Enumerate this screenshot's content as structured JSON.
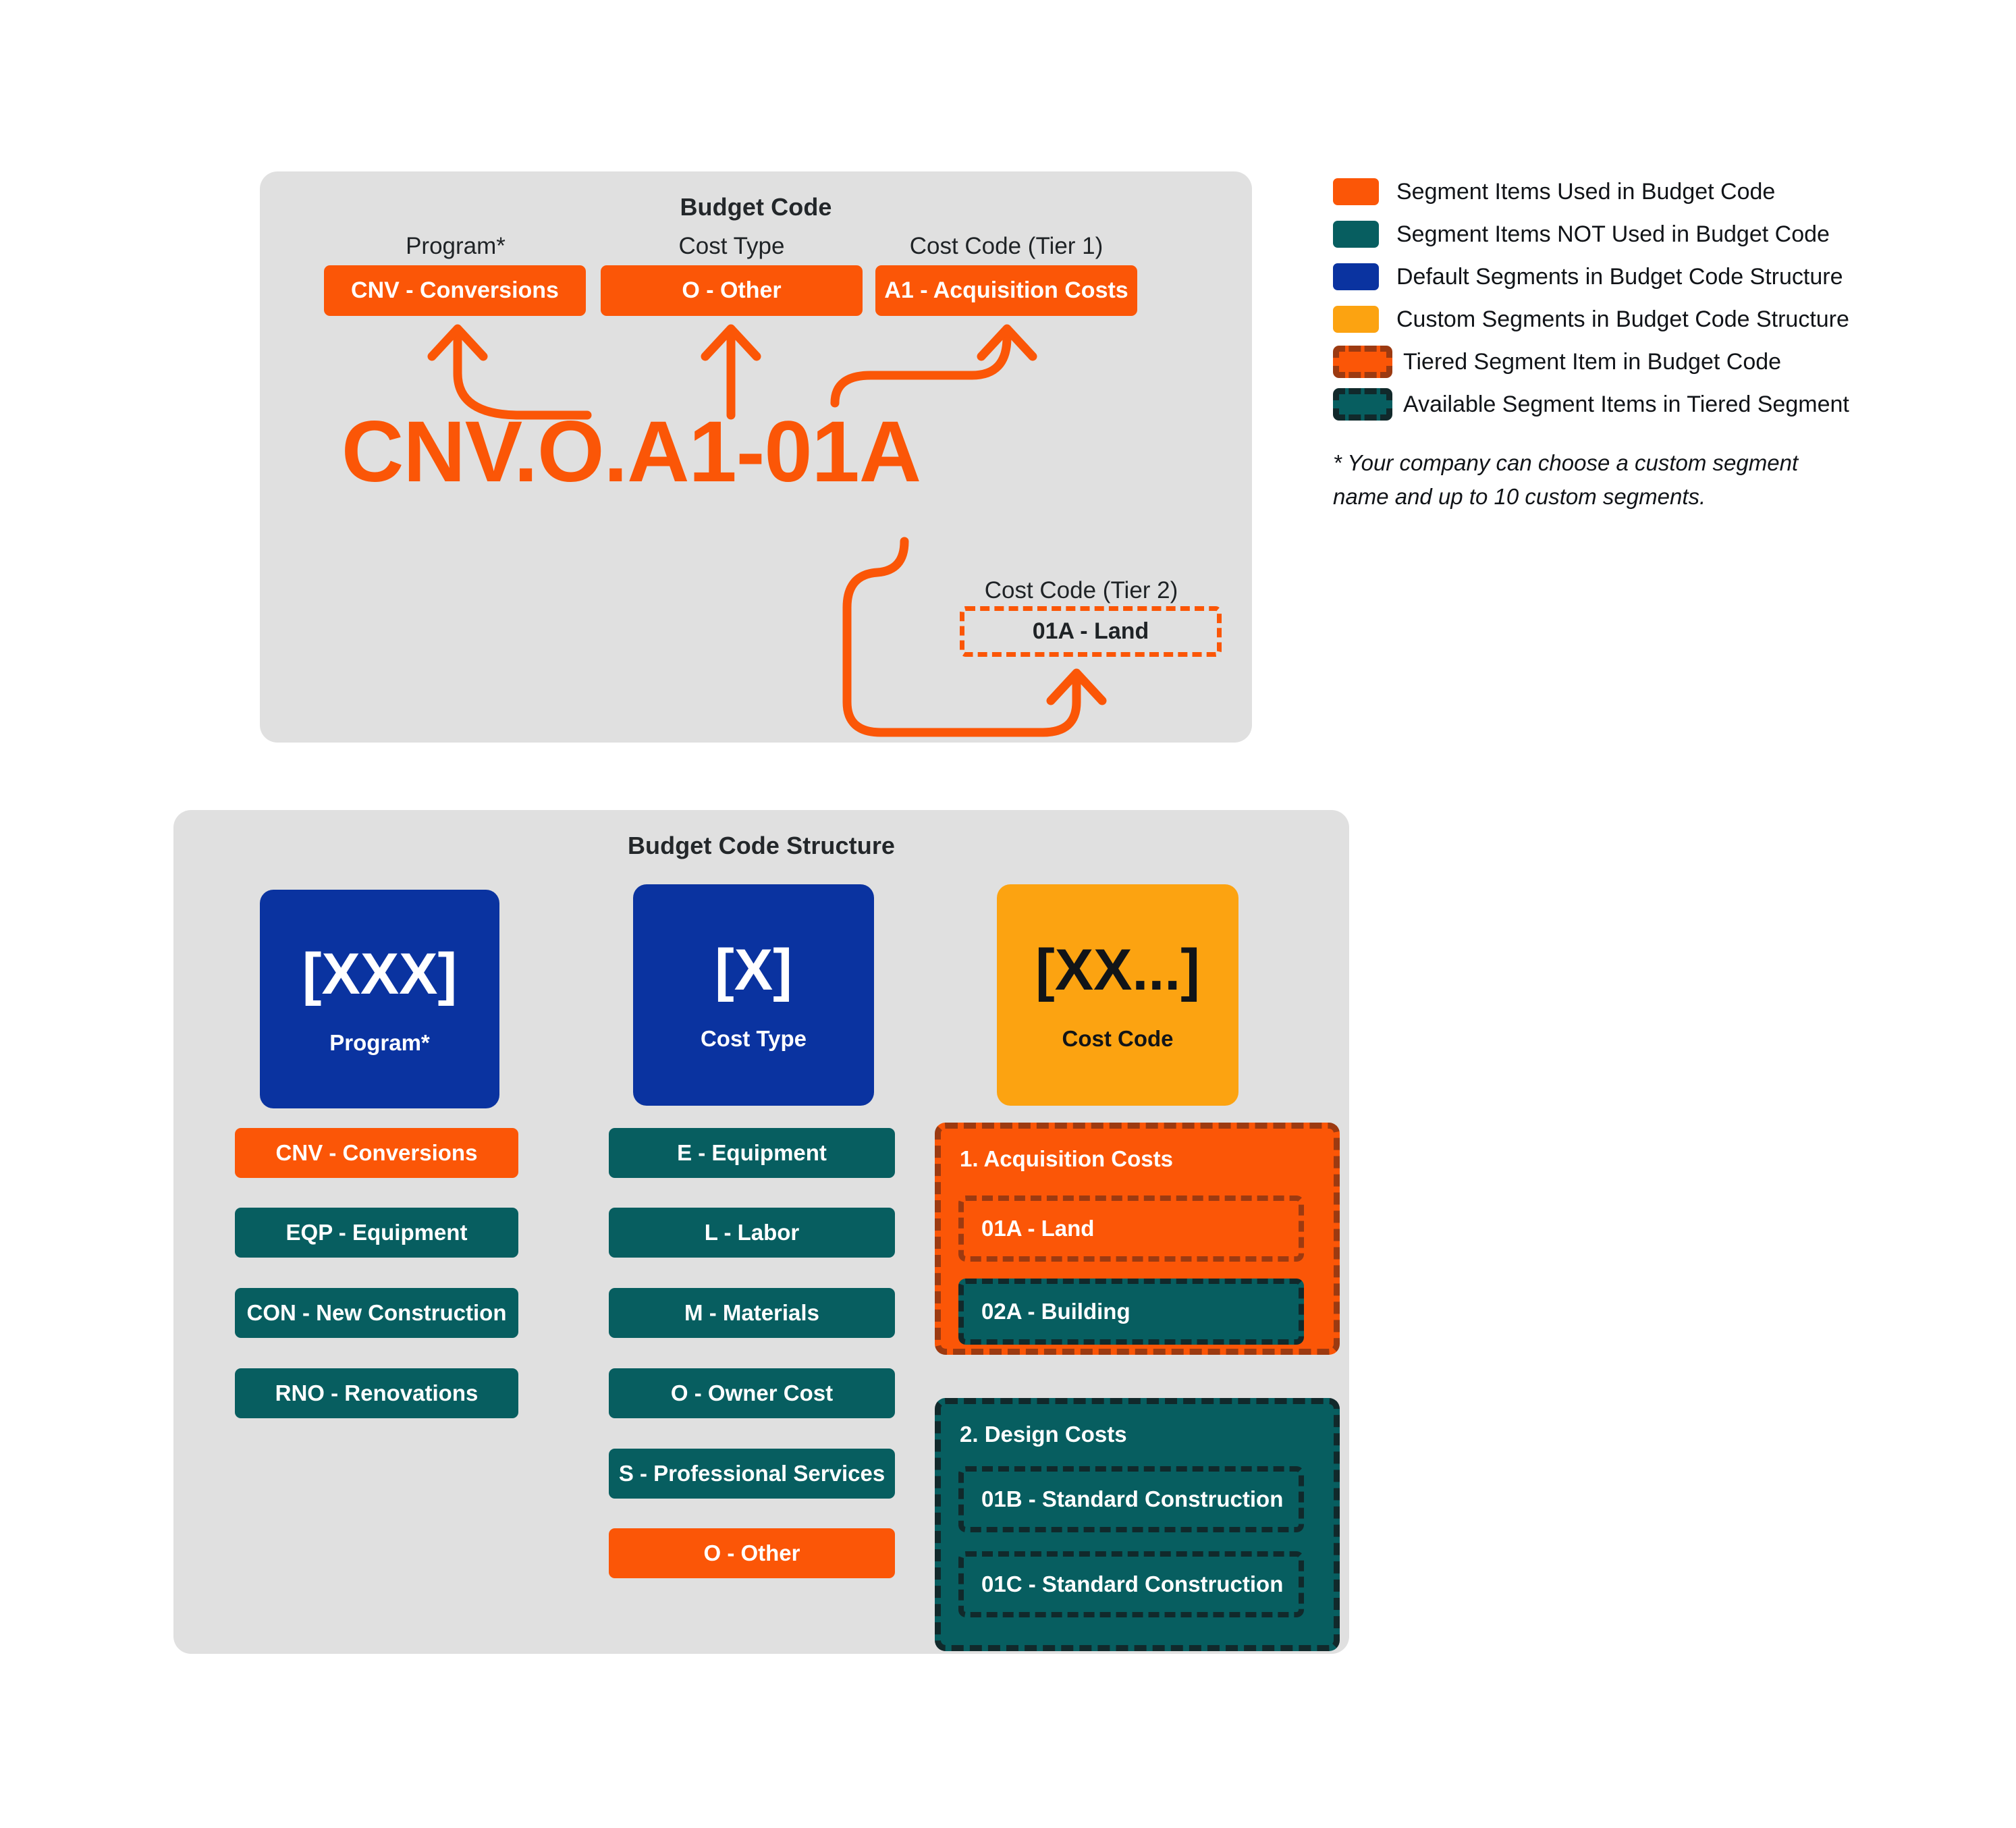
{
  "colors": {
    "orange": "#fb5607",
    "orange_dark": "#9c3a11",
    "teal": "#075e60",
    "teal_dark": "#11292b",
    "blue": "#0a33a0",
    "amber": "#fca311",
    "panel": "#e0e0e0",
    "text_dark": "#1f2326"
  },
  "top_panel": {
    "title": "Budget Code",
    "segments": [
      {
        "label": "Program*",
        "value": "CNV - Conversions"
      },
      {
        "label": "Cost Type",
        "value": "O - Other"
      },
      {
        "label": "Cost Code (Tier 1)",
        "value": "A1 - Acquisition Costs"
      }
    ],
    "code": "CNV.O.A1-01A",
    "tier2": {
      "label": "Cost Code (Tier 2)",
      "value": "01A - Land"
    }
  },
  "legend": {
    "items": [
      {
        "swatch": "orange-solid",
        "label": "Segment Items Used in Budget Code"
      },
      {
        "swatch": "teal-solid",
        "label": "Segment Items NOT Used in Budget Code"
      },
      {
        "swatch": "blue-solid",
        "label": "Default Segments in Budget Code Structure"
      },
      {
        "swatch": "amber-solid",
        "label": "Custom Segments in Budget Code Structure"
      },
      {
        "swatch": "orange-dashed",
        "label": "Tiered Segment Item in Budget Code"
      },
      {
        "swatch": "teal-dashed",
        "label": "Available Segment Items in Tiered Segment"
      }
    ],
    "note": "* Your company can choose a custom segment name and up to 10 custom segments."
  },
  "bottom_panel": {
    "title": "Budget Code Structure",
    "columns": [
      {
        "head": {
          "glyph": "[XXX]",
          "caption": "Program*",
          "style": "blue"
        },
        "items": [
          {
            "label": "CNV - Conversions",
            "state": "used"
          },
          {
            "label": "EQP - Equipment",
            "state": "unused"
          },
          {
            "label": "CON - New Construction",
            "state": "unused"
          },
          {
            "label": "RNO - Renovations",
            "state": "unused"
          }
        ]
      },
      {
        "head": {
          "glyph": "[X]",
          "caption": "Cost Type",
          "style": "blue"
        },
        "items": [
          {
            "label": "E - Equipment",
            "state": "unused"
          },
          {
            "label": "L - Labor",
            "state": "unused"
          },
          {
            "label": "M - Materials",
            "state": "unused"
          },
          {
            "label": "O - Owner Cost",
            "state": "unused"
          },
          {
            "label": "S - Professional Services",
            "state": "unused"
          },
          {
            "label": "O - Other",
            "state": "used"
          }
        ]
      },
      {
        "head": {
          "glyph": "[XX...]",
          "caption": "Cost Code",
          "style": "amber"
        },
        "tier_groups": [
          {
            "title": "1. Acquisition Costs",
            "state": "used",
            "children": [
              {
                "label": "01A - Land",
                "state": "used"
              },
              {
                "label": "02A - Building",
                "state": "unused"
              }
            ]
          },
          {
            "title": "2. Design Costs",
            "state": "unused",
            "children": [
              {
                "label": "01B - Standard Construction",
                "state": "unused"
              },
              {
                "label": "01C - Standard Construction",
                "state": "unused"
              }
            ]
          }
        ]
      }
    ]
  }
}
